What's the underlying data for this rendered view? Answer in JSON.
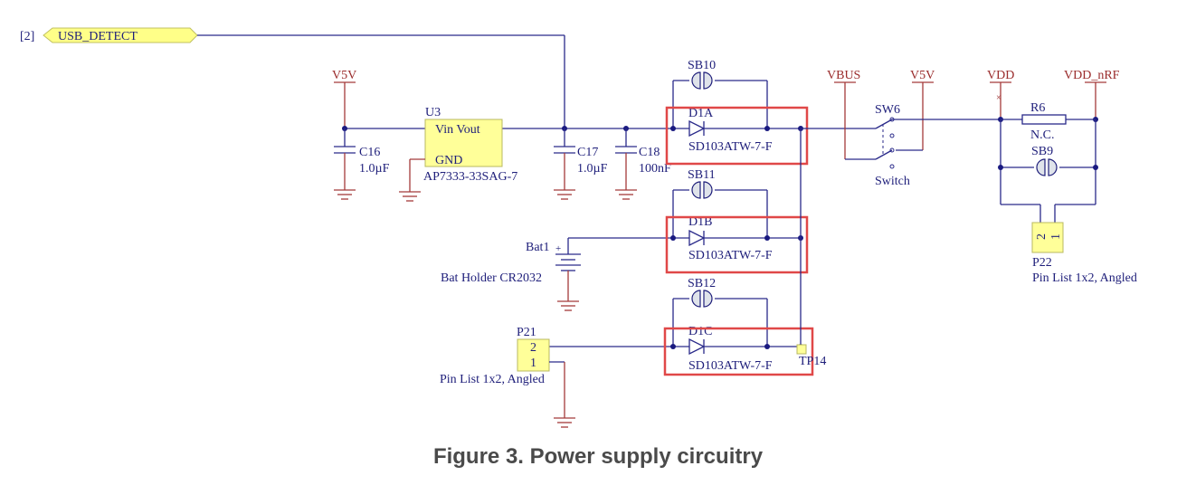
{
  "figure": {
    "caption": "Figure 3. Power supply circuitry"
  },
  "nets": {
    "usb_detect": "USB_DETECT",
    "usb_detect_ref": "[2]",
    "v5v_left": "V5V",
    "vbus": "VBUS",
    "v5v_right": "V5V",
    "vdd": "VDD",
    "vdd_nrf": "VDD_nRF"
  },
  "components": {
    "u3": {
      "ref": "U3",
      "pin_vin_vout": "Vin  Vout",
      "pin_gnd": "GND",
      "part": "AP7333-33SAG-7"
    },
    "c16": {
      "ref": "C16",
      "value": "1.0µF"
    },
    "c17": {
      "ref": "C17",
      "value": "1.0µF"
    },
    "c18": {
      "ref": "C18",
      "value": "100nF"
    },
    "sb10": {
      "ref": "SB10"
    },
    "sb11": {
      "ref": "SB11"
    },
    "sb12": {
      "ref": "SB12"
    },
    "sb9": {
      "ref": "SB9"
    },
    "d1a": {
      "ref": "D1A",
      "part": "SD103ATW-7-F"
    },
    "d1b": {
      "ref": "D1B",
      "part": "SD103ATW-7-F"
    },
    "d1c": {
      "ref": "D1C",
      "part": "SD103ATW-7-F"
    },
    "sw6": {
      "ref": "SW6",
      "type": "Switch"
    },
    "r6": {
      "ref": "R6",
      "value": "N.C."
    },
    "bat1": {
      "ref": "Bat1",
      "part": "Bat Holder CR2032",
      "plus": "+"
    },
    "p21": {
      "ref": "P21",
      "pin2": "2",
      "pin1": "1",
      "part": "Pin List 1x2, Angled"
    },
    "p22": {
      "ref": "P22",
      "pin2": "2",
      "pin1": "1",
      "part": "Pin List 1x2, Angled"
    },
    "tp14": {
      "ref": "TP14"
    }
  },
  "colors": {
    "wire": "#2a2a8a",
    "power": "#a33a3a",
    "highlight": "#e04848",
    "part_fill": "#ffff99"
  }
}
